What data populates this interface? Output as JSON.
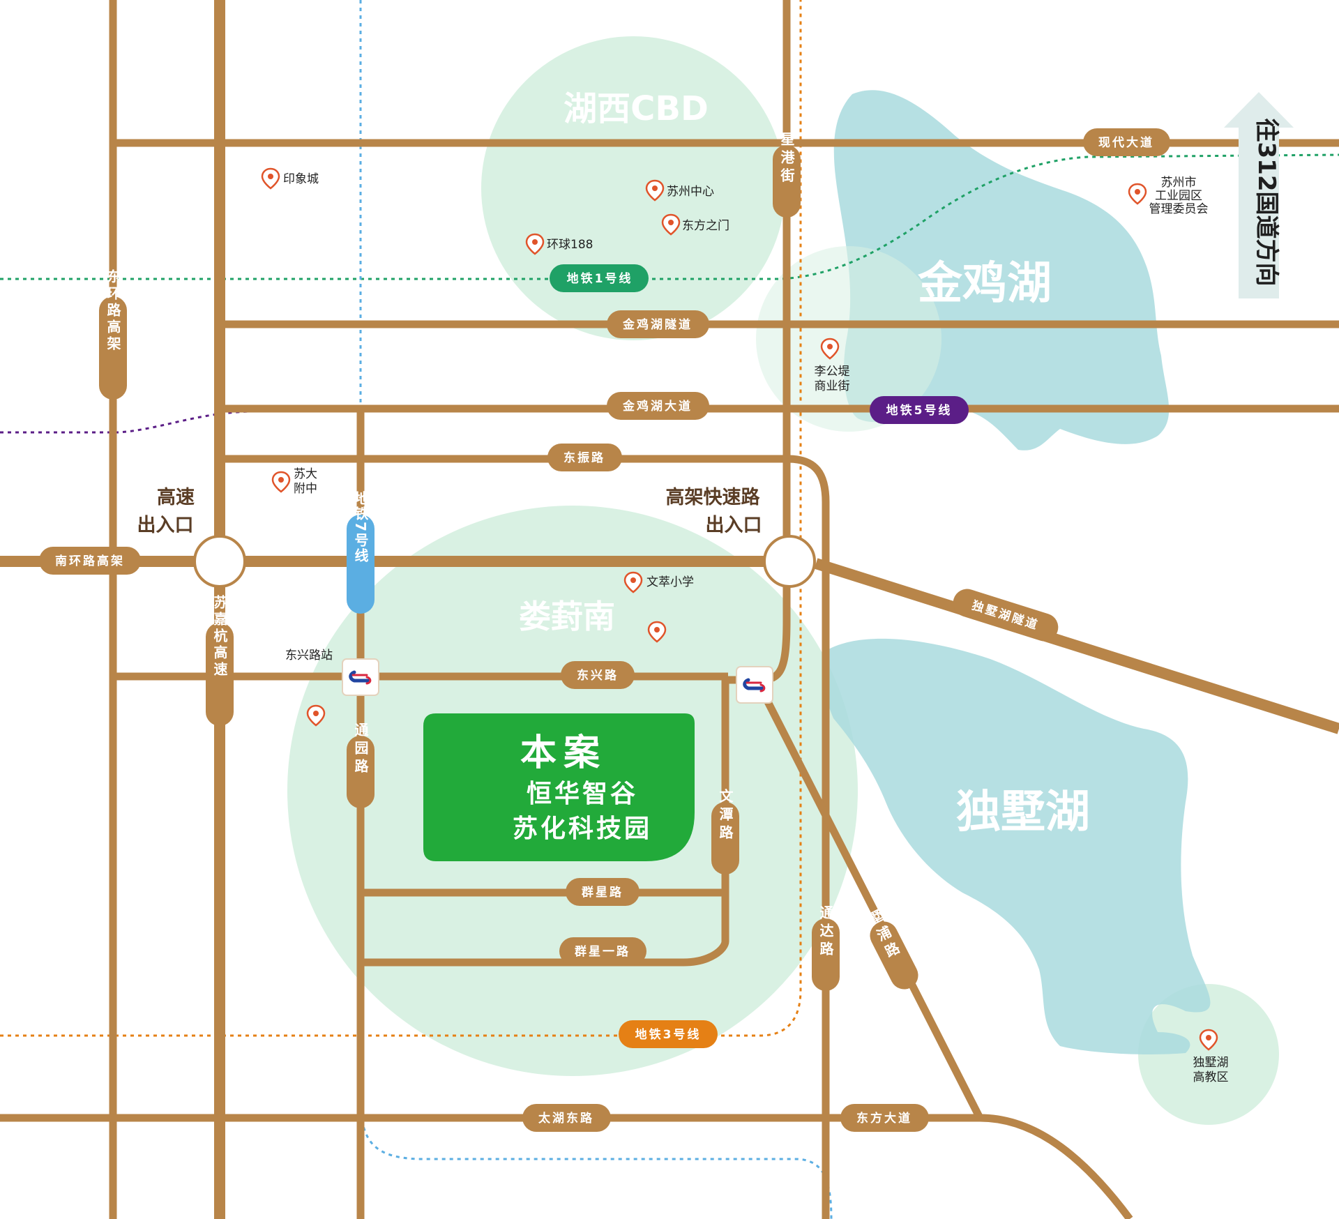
{
  "areas": {
    "cbd": "湖西CBD",
    "loufeng_south": "娄葑南",
    "jinji_lake": "金鸡湖",
    "dushu_lake": "独墅湖"
  },
  "direction_arrow": "往312国道方向",
  "project": {
    "line1": "本案",
    "line2": "恒华智谷",
    "line3": "苏化科技园"
  },
  "junctions": {
    "highway_entrance": [
      "高速",
      "出入口"
    ],
    "elevated_entrance": [
      "高架快速路",
      "出入口"
    ]
  },
  "roads": {
    "xiandai": "现代大道",
    "jinji_tunnel": "金鸡湖隧道",
    "jinji_avenue": "金鸡湖大道",
    "dongzhen": "东振路",
    "nanhuan": "南环路高架",
    "dushu_tunnel": "独墅湖隧道",
    "dongxing": "东兴路",
    "qunxing": "群星路",
    "qunxing_1": "群星一路",
    "taihu_east": "太湖东路",
    "dongfang_avenue": "东方大道",
    "donghuan": "东环路高架",
    "xinggang": "星港街",
    "sujiahang": "苏嘉杭高速",
    "tongyuan": "通园路",
    "wentan": "文潭路",
    "tongda": "通达路",
    "shupu": "墅浦路"
  },
  "metro": {
    "line1": "地铁1号线",
    "line3": "地铁3号线",
    "line5": "地铁5号线",
    "line7": "地铁7号线",
    "station_dongxing": "东兴路站"
  },
  "pois": {
    "yinxiang": "印象城",
    "suzhou_center": "苏州中心",
    "dongfang_gate": "东方之门",
    "huanqiu": "环球188",
    "sip_committee": [
      "苏州市",
      "工业园区",
      "管理委员会"
    ],
    "ligongdi": [
      "李公堤",
      "商业街"
    ],
    "suda_school": [
      "苏大",
      "附中"
    ],
    "wencui": "文萃小学",
    "dushu_edu": [
      "独墅湖",
      "高教区"
    ]
  },
  "colors": {
    "road": "#b88549",
    "project_green": "#22aa3a",
    "area_green": "#d9f1e3",
    "lake": "#a9dade",
    "metro1": "#1fa166",
    "metro3": "#e58015",
    "metro5": "#5b1e87",
    "metro7": "#5baee2",
    "poi_marker": "#e0542a"
  }
}
